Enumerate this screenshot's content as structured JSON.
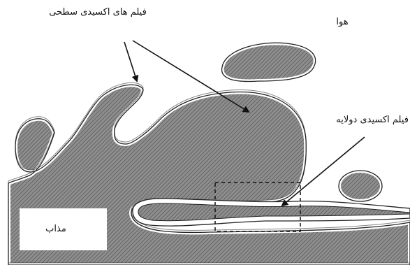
{
  "labels": {
    "surface_oxide_films": "فیلم های اکسیدی سطحی",
    "air": "هوا",
    "bilayer_oxide_film": "فیلم اکسیدی دولایه",
    "melt": "مذاب"
  },
  "colors": {
    "melt_fill": "#8e8e8e",
    "hatch_line": "#5a5a5a",
    "film_outline": "#222222",
    "film_gap": "#ffffff",
    "background": "#ffffff"
  }
}
